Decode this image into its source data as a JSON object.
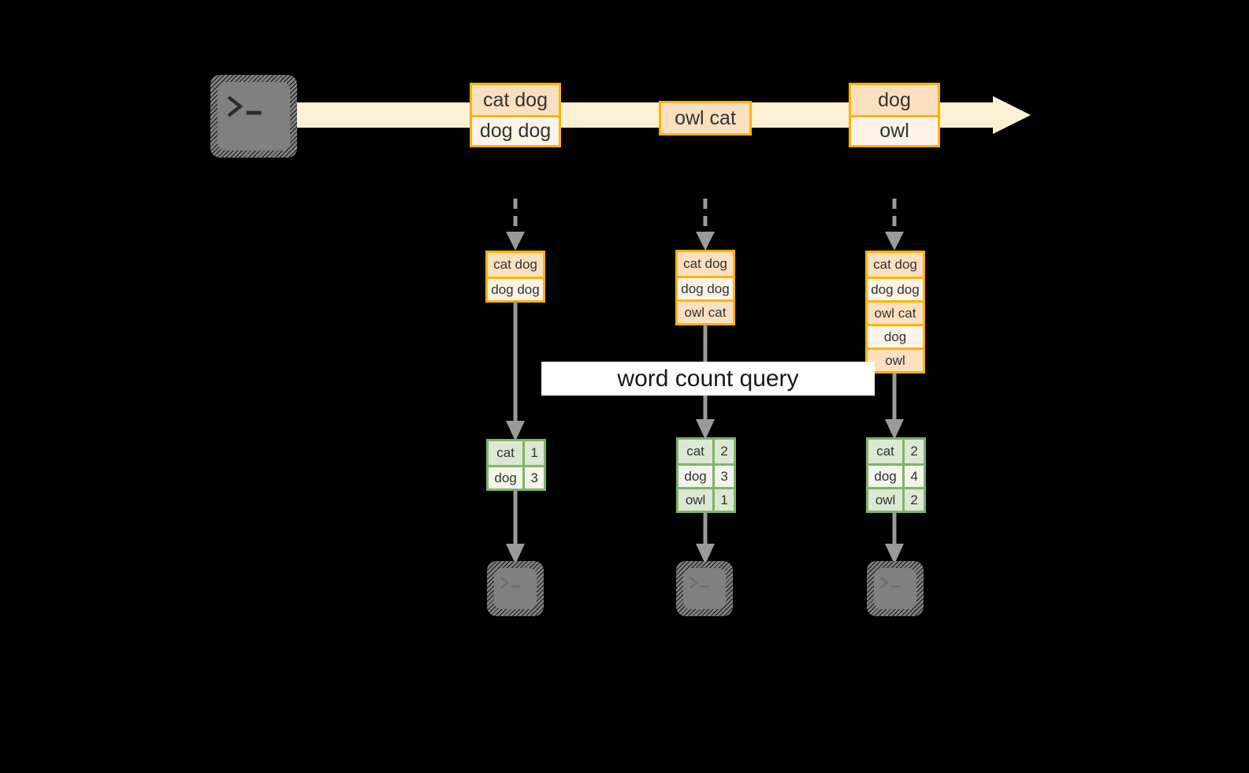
{
  "diagram": {
    "title": "word count query over a stream",
    "colors": {
      "background": "#000000",
      "stream_arrow": "#FDF0D5",
      "box_border_orange": "#FFB300",
      "box_fill_peach": "#FBE0C0",
      "box_fill_cream": "#FDF3E7",
      "table_border_green": "#82B366",
      "table_fill_dark": "#DBE8D3",
      "table_fill_light": "#F0F6EC",
      "connector_gray": "#9A9A9A",
      "terminal_gray": "#808080",
      "label_band": "#FFFFFF",
      "text": "#333333"
    },
    "query_label": "word count query",
    "source": {
      "icon": "terminal-icon",
      "prompt_glyph": ">_"
    },
    "stream": {
      "direction": "left-to-right",
      "events": [
        {
          "id": "event-group-1",
          "rows": [
            {
              "text": "cat dog",
              "shade": "a"
            },
            {
              "text": "dog dog",
              "shade": "b"
            }
          ]
        },
        {
          "id": "event-group-2",
          "rows": [
            {
              "text": "owl cat",
              "shade": "a"
            }
          ]
        },
        {
          "id": "event-group-3",
          "rows": [
            {
              "text": "dog",
              "shade": "a"
            },
            {
              "text": "owl",
              "shade": "b"
            }
          ]
        }
      ]
    },
    "snapshots": [
      {
        "id": "snapshot-1",
        "input_rows": [
          {
            "text": "cat dog",
            "shade": "a"
          },
          {
            "text": "dog dog",
            "shade": "b"
          }
        ],
        "result_header": null,
        "result_rows": [
          {
            "key": "cat",
            "value": "1",
            "shade": "a"
          },
          {
            "key": "dog",
            "value": "3",
            "shade": "b"
          }
        ],
        "sink": {
          "icon": "terminal-icon",
          "prompt_glyph": ">_"
        }
      },
      {
        "id": "snapshot-2",
        "input_rows": [
          {
            "text": "cat dog",
            "shade": "a"
          },
          {
            "text": "dog dog",
            "shade": "b"
          },
          {
            "text": "owl cat",
            "shade": "a"
          }
        ],
        "result_header": null,
        "result_rows": [
          {
            "key": "cat",
            "value": "2",
            "shade": "a"
          },
          {
            "key": "dog",
            "value": "3",
            "shade": "b"
          },
          {
            "key": "owl",
            "value": "1",
            "shade": "a"
          }
        ],
        "sink": {
          "icon": "terminal-icon",
          "prompt_glyph": ">_"
        }
      },
      {
        "id": "snapshot-3",
        "input_rows": [
          {
            "text": "cat dog",
            "shade": "a"
          },
          {
            "text": "dog dog",
            "shade": "b"
          },
          {
            "text": "owl cat",
            "shade": "a"
          },
          {
            "text": "dog",
            "shade": "b"
          },
          {
            "text": "owl",
            "shade": "a"
          }
        ],
        "result_header": null,
        "result_rows": [
          {
            "key": "cat",
            "value": "2",
            "shade": "a"
          },
          {
            "key": "dog",
            "value": "4",
            "shade": "b"
          },
          {
            "key": "owl",
            "value": "2",
            "shade": "a"
          }
        ],
        "sink": {
          "icon": "terminal-icon",
          "prompt_glyph": ">_"
        }
      }
    ]
  }
}
